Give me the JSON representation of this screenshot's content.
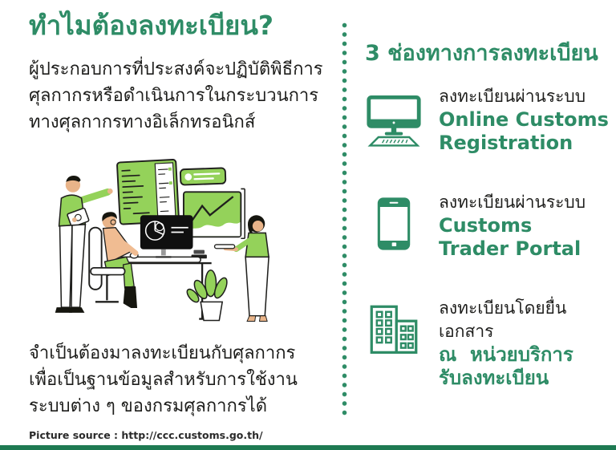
{
  "colors": {
    "accent": "#2E8C66",
    "text_dark": "#1E1E1C",
    "illustration_green": "#94D25A",
    "illustration_outline": "#20201E",
    "footer_bar": "#1E7A52"
  },
  "left": {
    "title": "ทำไมต้องลงทะเบียน?",
    "intro_lines": [
      "ผู้ประกอบการที่ประสงค์จะปฏิบัติพิธีการ",
      "ศุลกากรหรือดำเนินการในกระบวนการ",
      "ทางศุลกากรทางอิเล็กทรอนิกส์"
    ],
    "outro_lines": [
      "จำเป็นต้องมาลงทะเบียนกับศุลกากร",
      "เพื่อเป็นฐานข้อมูลสำหรับการใช้งาน",
      "ระบบต่าง ๆ ของกรมศุลกากรได้"
    ],
    "source": "Picture source : http://ccc.customs.go.th/"
  },
  "right": {
    "heading": "3 ช่องทางการลงทะเบียน",
    "items": [
      {
        "icon": "desktop-computer-icon",
        "label": "ลงทะเบียนผ่านระบบ",
        "name_line1": "Online Customs",
        "name_line2": "Registration"
      },
      {
        "icon": "smartphone-icon",
        "label": "ลงทะเบียนผ่านระบบ",
        "name_line1": "Customs",
        "name_line2": "Trader Portal"
      },
      {
        "icon": "office-building-icon",
        "label": "ลงทะเบียนโดยยื่นเอกสาร",
        "name_line1": "ณ  หน่วยบริการ",
        "name_line2": "รับลงทะเบียน"
      }
    ]
  }
}
